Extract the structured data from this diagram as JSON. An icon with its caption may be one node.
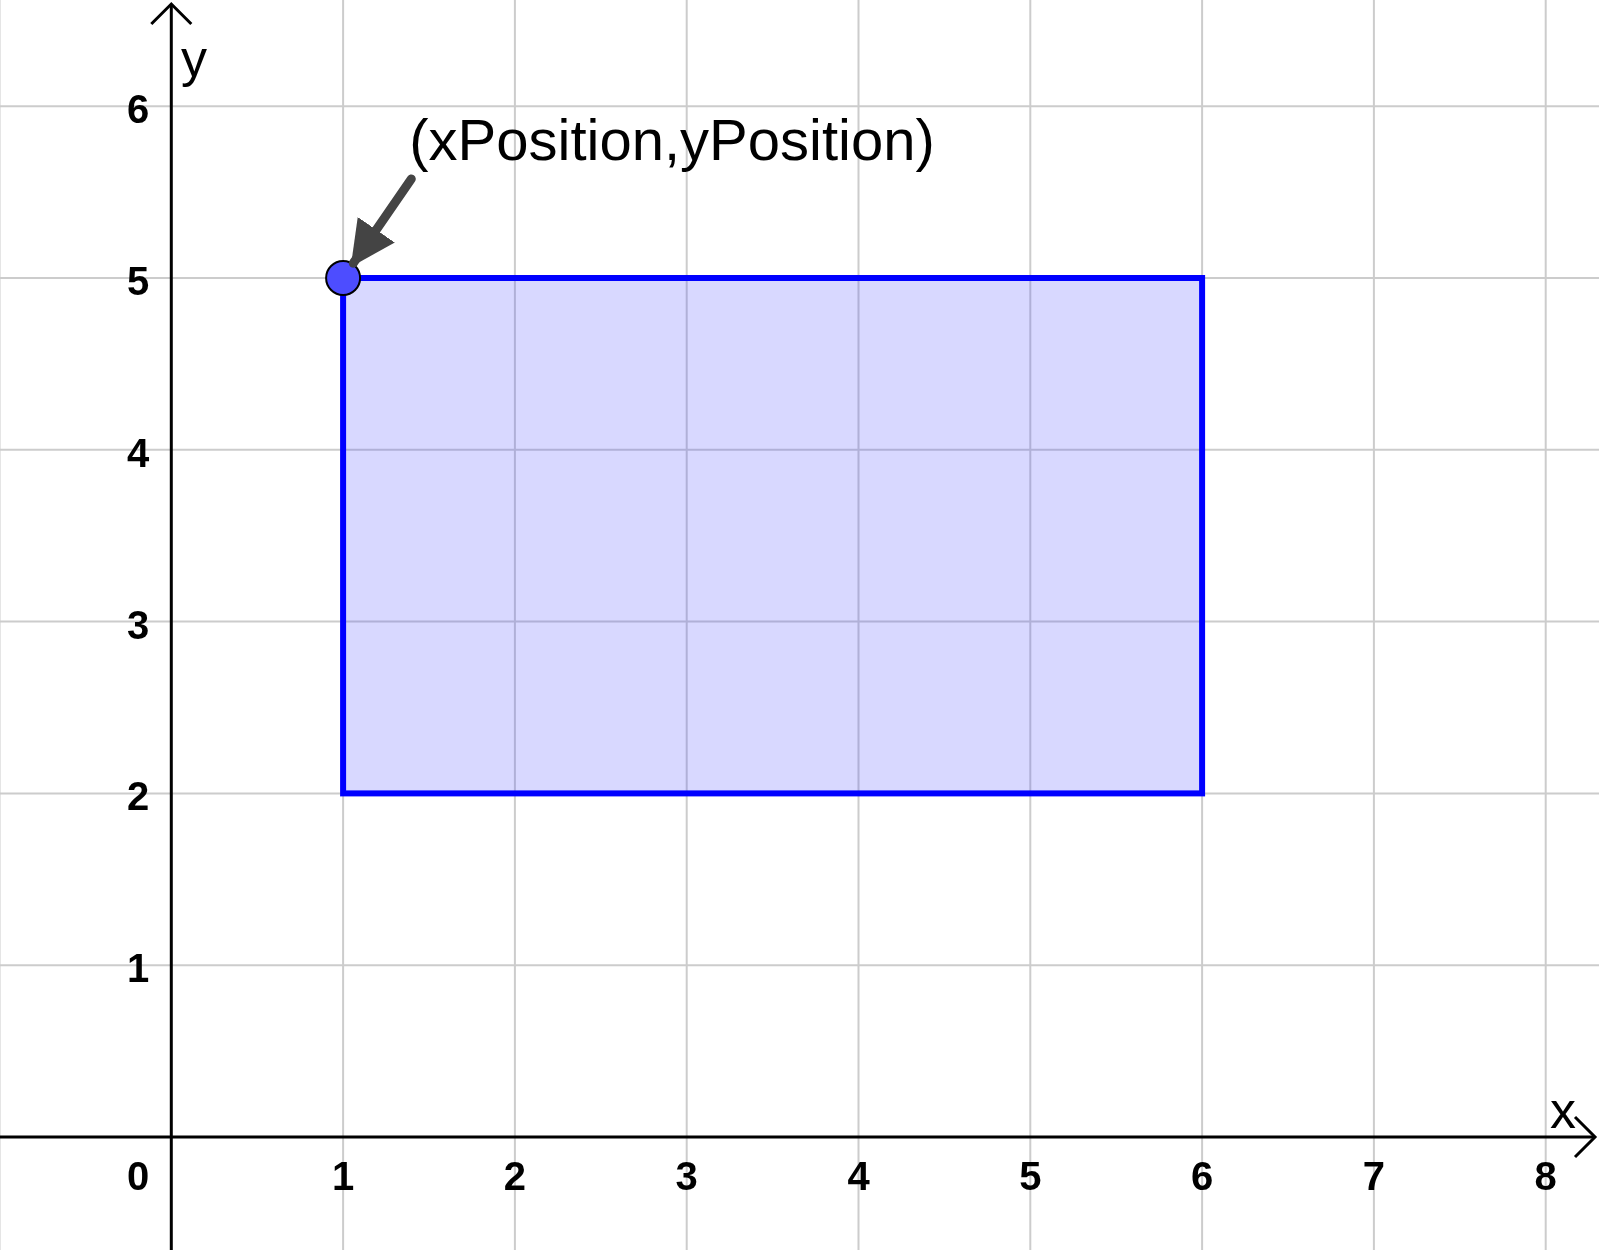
{
  "diagram": {
    "nodes": [
      {
        "text": [
          "(xPosition,yPosition)"
        ]
      },
      {
        "text": [],
        "shape": "circle"
      }
    ],
    "edges": [
      {
        "from": 0,
        "to": 1,
        "arrow": "to"
      }
    ],
    "labels": [
      "y",
      "6",
      "5",
      "4",
      "3",
      "2",
      "1",
      "x",
      "0",
      "1",
      "2",
      "3",
      "4",
      "5",
      "6",
      "7",
      "8"
    ]
  }
}
